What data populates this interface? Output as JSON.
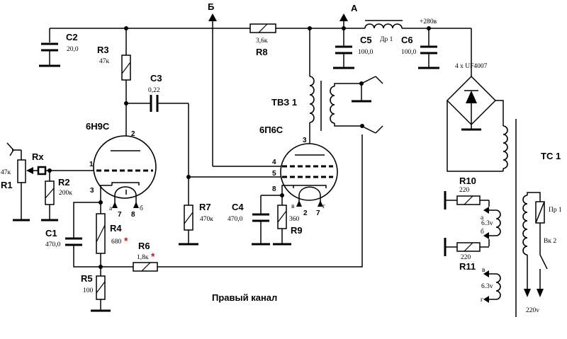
{
  "title": "Правый канал",
  "components": {
    "r1": {
      "name": "R1",
      "value": "47к"
    },
    "rx": {
      "name": "Rx"
    },
    "r2": {
      "name": "R2",
      "value": "200к"
    },
    "r3": {
      "name": "R3",
      "value": "47к"
    },
    "r4": {
      "name": "R4",
      "value": "680",
      "mark": "*"
    },
    "r5": {
      "name": "R5",
      "value": "100"
    },
    "r6": {
      "name": "R6",
      "value": "1,8к",
      "mark": "*"
    },
    "r7": {
      "name": "R7",
      "value": "470к"
    },
    "r8": {
      "name": "R8",
      "value": "3,6к"
    },
    "r9": {
      "name": "R9",
      "value": "360"
    },
    "r10": {
      "name": "R10",
      "value": "220"
    },
    "r10b": {
      "value": "220"
    },
    "r11": {
      "name": "R11"
    },
    "c1": {
      "name": "C1",
      "value": "470,0"
    },
    "c2": {
      "name": "C2",
      "value": "20,0"
    },
    "c3": {
      "name": "C3",
      "value": "0,22"
    },
    "c4": {
      "name": "C4",
      "value": "470,0"
    },
    "c5": {
      "name": "C5",
      "value": "100,0"
    },
    "c6": {
      "name": "C6",
      "value": "100,0"
    },
    "dr1": {
      "name": "Др 1"
    },
    "tv3": {
      "name": "ТВЗ 1"
    },
    "ts1": {
      "name": "ТС 1"
    },
    "pr1": {
      "name": "Пр 1"
    },
    "vk2": {
      "name": "Вк 2"
    },
    "bridge": {
      "name": "4 x UF4007"
    },
    "v1": {
      "name": "6Н9С"
    },
    "v2": {
      "name": "6П6С"
    }
  },
  "rails": {
    "b": "Б",
    "a": "А",
    "supply": "+280в"
  },
  "v1_pins": {
    "p1": "1",
    "p2": "2",
    "p3": "3",
    "p7": "7",
    "p8": "8",
    "ha": "а",
    "hb": "б"
  },
  "v2_pins": {
    "p2": "2",
    "p3": "3",
    "p4": "4",
    "p5": "5",
    "p7": "7",
    "p8": "8",
    "hv": "в",
    "hg": "г"
  },
  "heater": {
    "a": "а",
    "b": "б",
    "v": "в",
    "g": "г",
    "v1": "6.3v",
    "v2": "6.3v"
  },
  "mains": "220v"
}
